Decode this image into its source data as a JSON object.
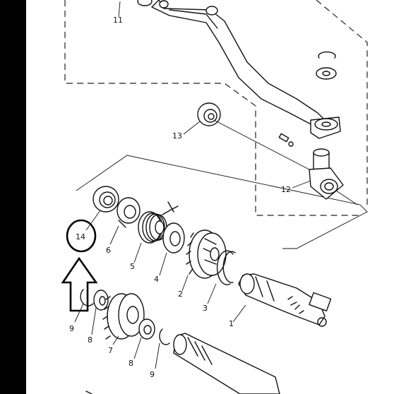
{
  "callouts": {
    "c1": "1",
    "c2": "2",
    "c3": "3",
    "c4": "4",
    "c5": "5",
    "c6": "6",
    "c7": "7",
    "c8a": "8",
    "c8b": "8",
    "c9a": "9",
    "c9b": "9",
    "c11": "11",
    "c12": "12",
    "c13": "13",
    "c14": "14"
  },
  "colors": {
    "ink": "#111111",
    "background": "#ffffff",
    "left_bar": "#000000"
  },
  "annotation": {
    "shape": "circle-and-up-arrow",
    "points_to": "14"
  }
}
